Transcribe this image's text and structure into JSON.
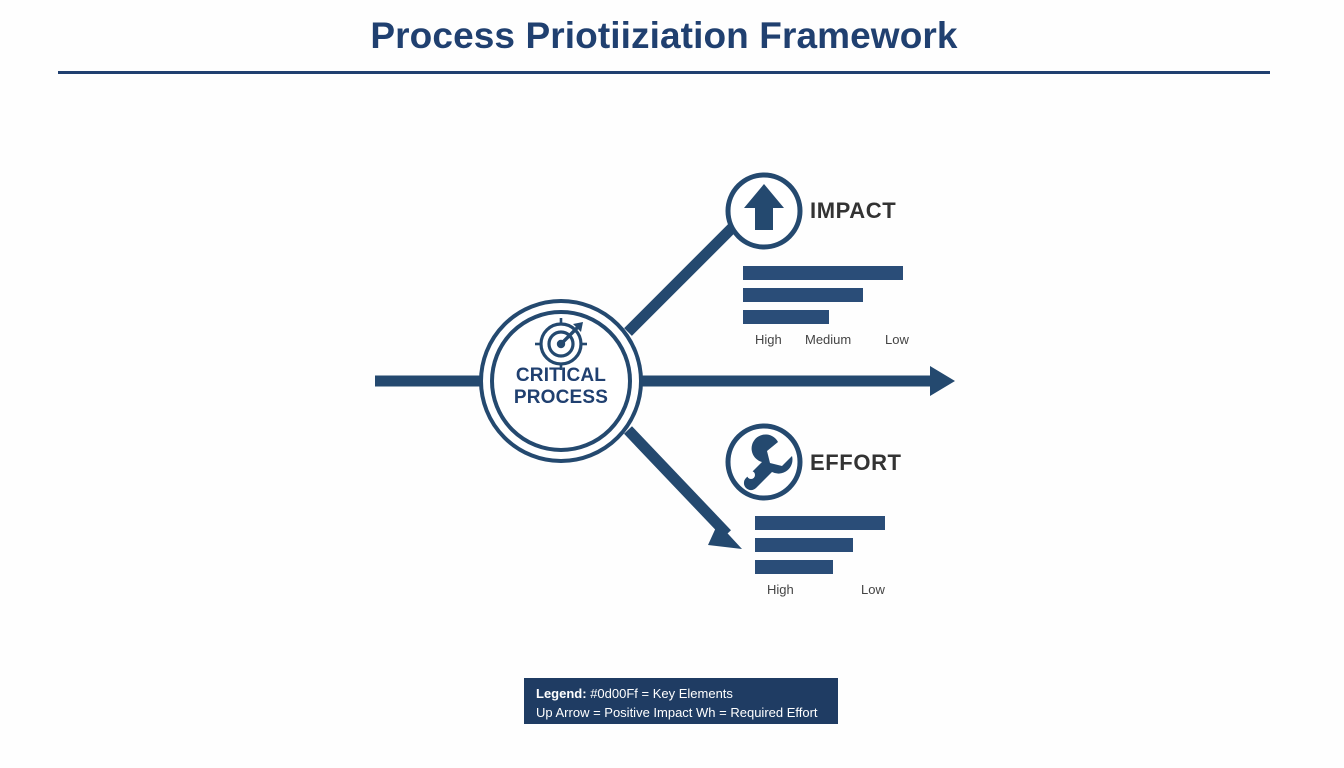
{
  "header": {
    "title": "Process Priotiiziation Framework",
    "rule_color": "#204070",
    "title_color": "#204070"
  },
  "diagram": {
    "accent_color": "#24496f",
    "center_node": {
      "icon": "target-arrow-icon",
      "label_line1": "CRITICAL",
      "label_line2": "PROCESS"
    },
    "branches": [
      {
        "id": "impact",
        "heading": "IMPACT",
        "icon": "up-arrow-icon"
      },
      {
        "id": "effort",
        "heading": "EFFORT",
        "icon": "wrench-icon"
      }
    ]
  },
  "chart_data": [
    {
      "type": "bar",
      "title": "IMPACT",
      "orientation": "horizontal",
      "categories": [
        "High",
        "Medium",
        "Low"
      ],
      "values": [
        160,
        120,
        86
      ],
      "xlabel": "",
      "ylabel": "",
      "bar_color": "#2a4d78",
      "grid": false,
      "legend": "none"
    },
    {
      "type": "bar",
      "title": "EFFORT",
      "orientation": "horizontal",
      "categories": [
        "High",
        "Low"
      ],
      "values": [
        130,
        98,
        78
      ],
      "xlabel": "",
      "ylabel": "",
      "bar_color": "#2a4d78",
      "grid": false,
      "legend": "none"
    }
  ],
  "legend": {
    "line1_strong": "Legend:",
    "line1_rest": "#0d00Ff = Key Elements",
    "line2": "Up Arrow = Positive Impact  Wh = Required Effort",
    "background": "#1f3c63",
    "text_color": "#ffffff"
  }
}
